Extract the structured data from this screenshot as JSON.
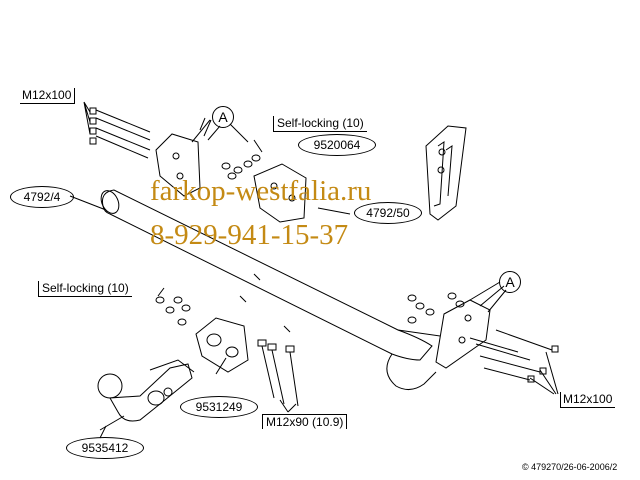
{
  "labels": {
    "bolt_left": "M12x100",
    "self_locking_top": "Self-locking (10)",
    "part_bracket": "9520064",
    "part_tube": "4792/4",
    "part_plate": "4792/50",
    "self_locking_left": "Self-locking (10)",
    "part_socket": "9531249",
    "bolt_bottom": "M12x90 (10.9)",
    "part_ball": "9535412",
    "bolt_right": "M12x100",
    "marker_a_left": "A",
    "marker_a_right": "A"
  },
  "watermark": {
    "site": "farkop-westfalia.ru",
    "phone": "8-929-941-15-37",
    "color": "#c48a14"
  },
  "copyright": "© 479270/26-06-2006/2"
}
